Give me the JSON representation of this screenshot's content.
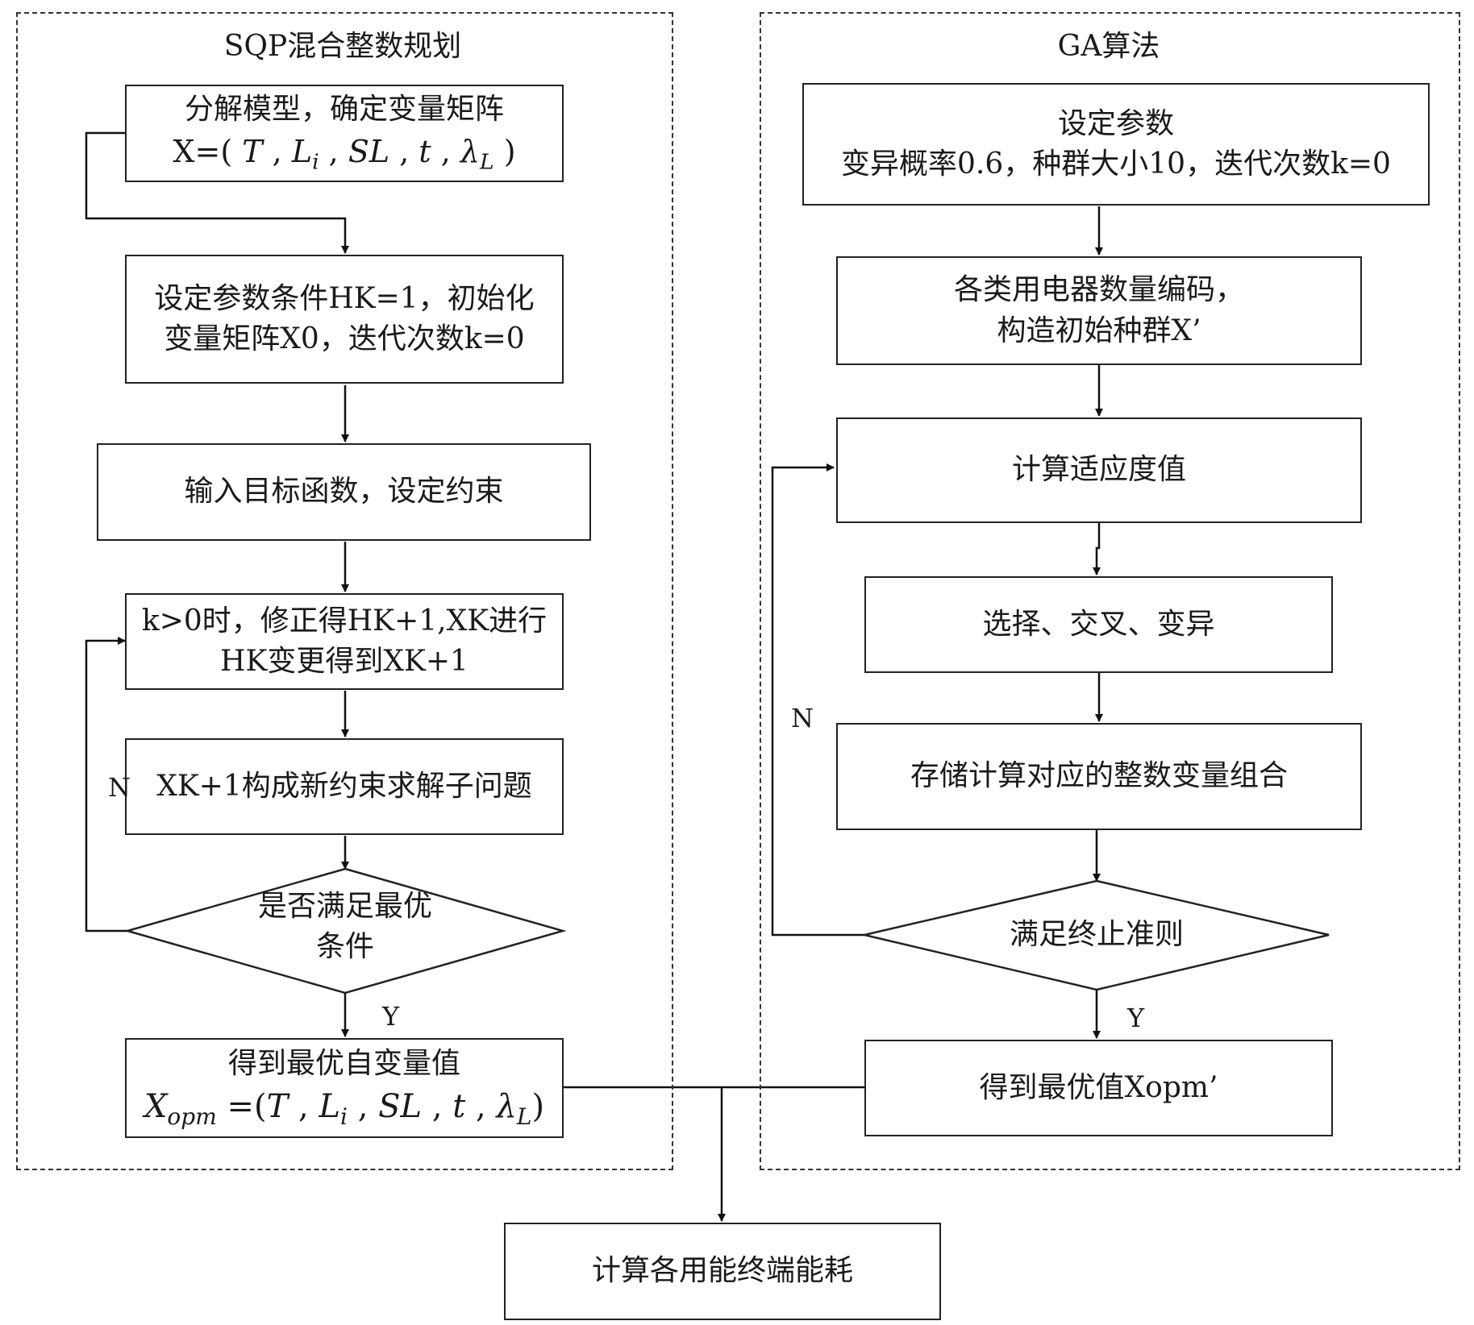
{
  "left_panel": {
    "title": "SQP混合整数规划",
    "step1": {
      "line1": "分解模型，确定变量矩阵",
      "line2": "X=( T , Li , SL , t , λL )"
    },
    "step2": {
      "line1": "设定参数条件HK=1，初始化",
      "line2": "变量矩阵X0，迭代次数k=0"
    },
    "step3": {
      "line1": "输入目标函数，设定约束"
    },
    "step4": {
      "line1": "k>0时，修正得HK+1,XK进行",
      "line2": "HK变更得到XK+1"
    },
    "step5": {
      "line1": "XK+1构成新约束求解子问题"
    },
    "decision": {
      "line1": "是否满足最优",
      "line2": "条件"
    },
    "result": {
      "line1": "得到最优自变量值",
      "line2": "Xopm =(T , Li , SL , t , λL)"
    },
    "no_label": "N",
    "yes_label": "Y"
  },
  "right_panel": {
    "title": "GA算法",
    "step1": {
      "line1": "设定参数",
      "line2": "变异概率0.6，种群大小10，迭代次数k=0"
    },
    "step2": {
      "line1": "各类用电器数量编码，",
      "line2": "构造初始种群X’"
    },
    "step3": {
      "line1": "计算适应度值"
    },
    "step4": {
      "line1": "选择、交叉、变异"
    },
    "step5": {
      "line1": "存储计算对应的整数变量组合"
    },
    "decision": {
      "line1": "满足终止准则"
    },
    "result": {
      "line1": "得到最优值Xopm’"
    },
    "no_label": "N",
    "yes_label": "Y"
  },
  "final_step": {
    "line1": "计算各用能终端能耗"
  }
}
